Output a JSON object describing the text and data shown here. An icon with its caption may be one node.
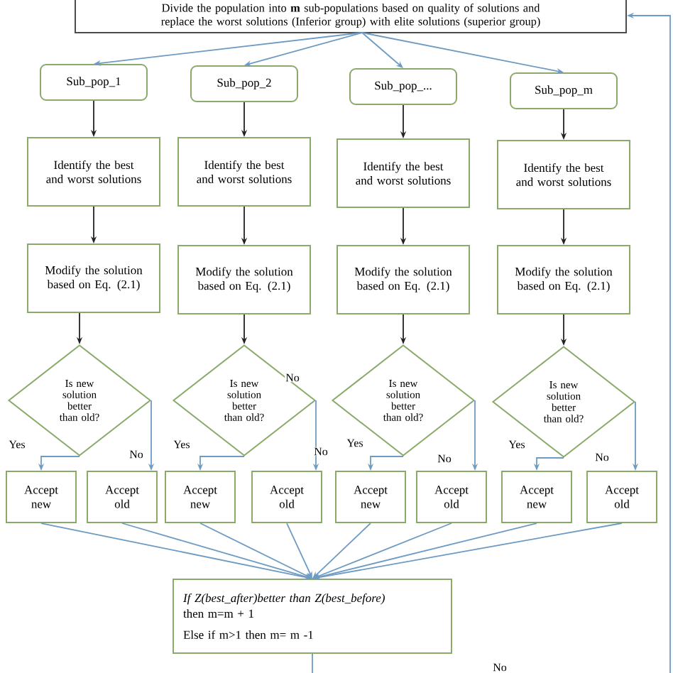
{
  "diagram": {
    "nodes": [
      {
        "text": [
          "Divide the population into **m** sub-populations based on quality of solutions and replace the worst solutions (Inferior group) with elite solutions (superior group)"
        ]
      },
      {
        "text": [
          "Sub_pop_1"
        ]
      },
      {
        "text": [
          "Sub_pop_2"
        ]
      },
      {
        "text": [
          "Sub_pop_..."
        ]
      },
      {
        "text": [
          "Sub_pop_m"
        ]
      },
      {
        "text": [
          "Identify the best and worst solutions"
        ]
      },
      {
        "text": [
          "Identify the best and worst solutions"
        ]
      },
      {
        "text": [
          "Identify the best and worst solutions"
        ]
      },
      {
        "text": [
          "Identify the best and worst solutions"
        ]
      },
      {
        "text": [
          "Modify the solution based on Eq. (2.1)"
        ]
      },
      {
        "text": [
          "Modify the solution based on Eq. (2.1)"
        ]
      },
      {
        "text": [
          "Modify the solution based on Eq. (2.1)"
        ]
      },
      {
        "text": [
          "Modify the solution based on Eq. (2.1)"
        ]
      },
      {
        "text": [
          "Is new solution better than old?"
        ]
      },
      {
        "text": [
          "Is new solution better than old?"
        ]
      },
      {
        "text": [
          "Is new solution better than old?"
        ]
      },
      {
        "text": [
          "Is new solution better than old?"
        ]
      },
      {
        "text": [
          "Accept new"
        ]
      },
      {
        "text": [
          "Accept old"
        ]
      },
      {
        "text": [
          "Accept new"
        ]
      },
      {
        "text": [
          "Accept old"
        ]
      },
      {
        "text": [
          "Accept new"
        ]
      },
      {
        "text": [
          "Accept old"
        ]
      },
      {
        "text": [
          "Accept new"
        ]
      },
      {
        "text": [
          "Accept old"
        ]
      },
      {
        "text": [
          "If Z(best_after)better than Z(best_before)",
          "then m=m + 1",
          "Else if m>1 then m= m -1"
        ]
      }
    ],
    "edges": [
      {
        "from": 0,
        "to": 1,
        "arrow": "to"
      },
      {
        "from": 0,
        "to": 2,
        "arrow": "to"
      },
      {
        "from": 0,
        "to": 3,
        "arrow": "to"
      },
      {
        "from": 0,
        "to": 4,
        "arrow": "to"
      },
      {
        "from": 1,
        "to": 5,
        "arrow": "to",
        "color": "#222222"
      },
      {
        "from": 2,
        "to": 6,
        "arrow": "to",
        "color": "#222222"
      },
      {
        "from": 3,
        "to": 7,
        "arrow": "to",
        "color": "#222222"
      },
      {
        "from": 4,
        "to": 8,
        "arrow": "to",
        "color": "#222222"
      },
      {
        "from": 5,
        "to": 9,
        "arrow": "to",
        "color": "#222222"
      },
      {
        "from": 6,
        "to": 10,
        "arrow": "to",
        "color": "#222222"
      },
      {
        "from": 7,
        "to": 11,
        "arrow": "to",
        "color": "#222222"
      },
      {
        "from": 8,
        "to": 12,
        "arrow": "to",
        "color": "#222222"
      },
      {
        "from": 9,
        "to": 13,
        "arrow": "to",
        "color": "#222222"
      },
      {
        "from": 10,
        "to": 14,
        "arrow": "to",
        "color": "#222222"
      },
      {
        "from": 11,
        "to": 15,
        "arrow": "to",
        "color": "#222222"
      },
      {
        "from": 12,
        "to": 16,
        "arrow": "to",
        "color": "#222222"
      },
      {
        "from": 13,
        "to": 17,
        "arrow": "to",
        "label": "Yes"
      },
      {
        "from": 13,
        "to": 18,
        "arrow": "to",
        "label": "No"
      },
      {
        "from": 14,
        "to": 19,
        "arrow": "to",
        "label": "Yes"
      },
      {
        "from": 14,
        "to": 20,
        "arrow": "to",
        "label": "No"
      },
      {
        "from": 15,
        "to": 21,
        "arrow": "to",
        "label": "Yes"
      },
      {
        "from": 15,
        "to": 22,
        "arrow": "to",
        "label": "No"
      },
      {
        "from": 16,
        "to": 23,
        "arrow": "to",
        "label": "Yes"
      },
      {
        "from": 16,
        "to": 24,
        "arrow": "to",
        "label": "No"
      },
      {
        "from": 17,
        "to": 25,
        "arrow": "to"
      },
      {
        "from": 18,
        "to": 25,
        "arrow": "to"
      },
      {
        "from": 19,
        "to": 25,
        "arrow": "to"
      },
      {
        "from": 20,
        "to": 25,
        "arrow": "to"
      },
      {
        "from": 21,
        "to": 25,
        "arrow": "to"
      },
      {
        "from": 22,
        "to": 25,
        "arrow": "to"
      },
      {
        "from": 23,
        "to": 25,
        "arrow": "to"
      },
      {
        "from": 24,
        "to": 25,
        "arrow": "to"
      },
      {
        "from": null,
        "to": 0,
        "arrow": "to"
      },
      {
        "from": 25,
        "to": null,
        "arrow": "none"
      }
    ],
    "labels": [
      "No",
      "No"
    ]
  }
}
